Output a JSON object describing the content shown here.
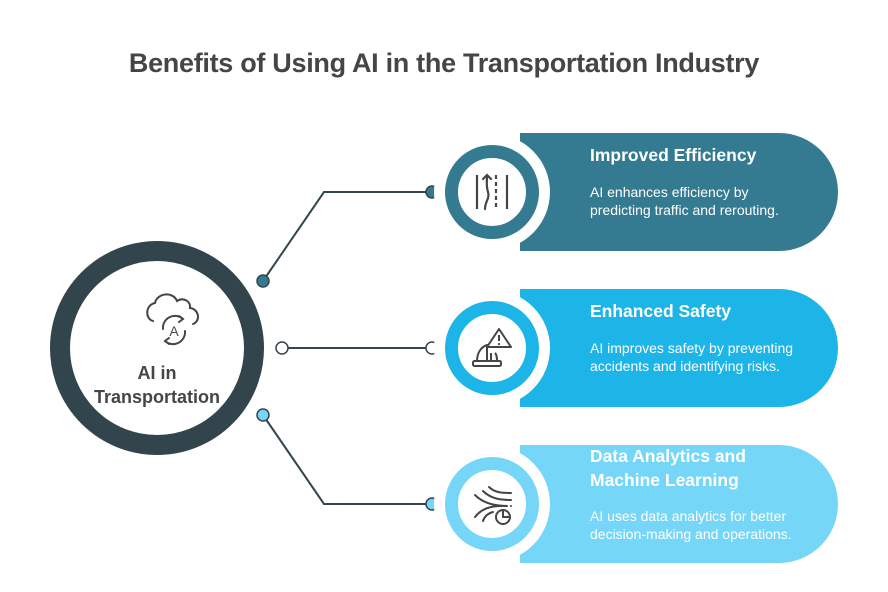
{
  "title": "Benefits of Using AI in the Transportation Industry",
  "hub": {
    "icon": "cloud-ai-sync-icon",
    "label_line1": "AI in",
    "label_line2": "Transportation",
    "color": "#33454c"
  },
  "benefits": [
    {
      "title_line1": "Improved Efficiency",
      "title_line2": "",
      "description": "AI enhances efficiency by predicting traffic and rerouting.",
      "icon": "road-lane-reroute-icon",
      "color": "#347a90",
      "connector_dot": "filled"
    },
    {
      "title_line1": "Enhanced Safety",
      "title_line2": "",
      "description": "AI improves safety by preventing accidents and identifying risks.",
      "icon": "hard-hat-warning-icon",
      "color": "#1db4e8",
      "connector_dot": "hollow"
    },
    {
      "title_line1": "Data Analytics and",
      "title_line2": "Machine Learning",
      "description": "AI uses data analytics for better decision-making and operations.",
      "icon": "data-flow-chart-icon",
      "color": "#76d6f7",
      "connector_dot": "filled"
    }
  ]
}
